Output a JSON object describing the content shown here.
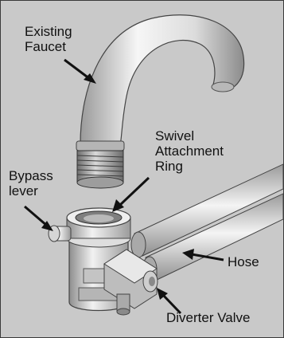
{
  "labels": {
    "existing_faucet_line1": "Existing",
    "existing_faucet_line2": "Faucet",
    "swivel_line1": "Swivel",
    "swivel_line2": "Attachment",
    "swivel_line3": "Ring",
    "bypass_line1": "Bypass",
    "bypass_line2": "lever",
    "hose": "Hose",
    "diverter_valve": "Diverter Valve"
  },
  "colors": {
    "background": "#c9c9c9",
    "border": "#3a3a3a",
    "arrow": "#111111",
    "metal_light": "#f4f4f4",
    "metal_dark": "#8a8a8a"
  }
}
